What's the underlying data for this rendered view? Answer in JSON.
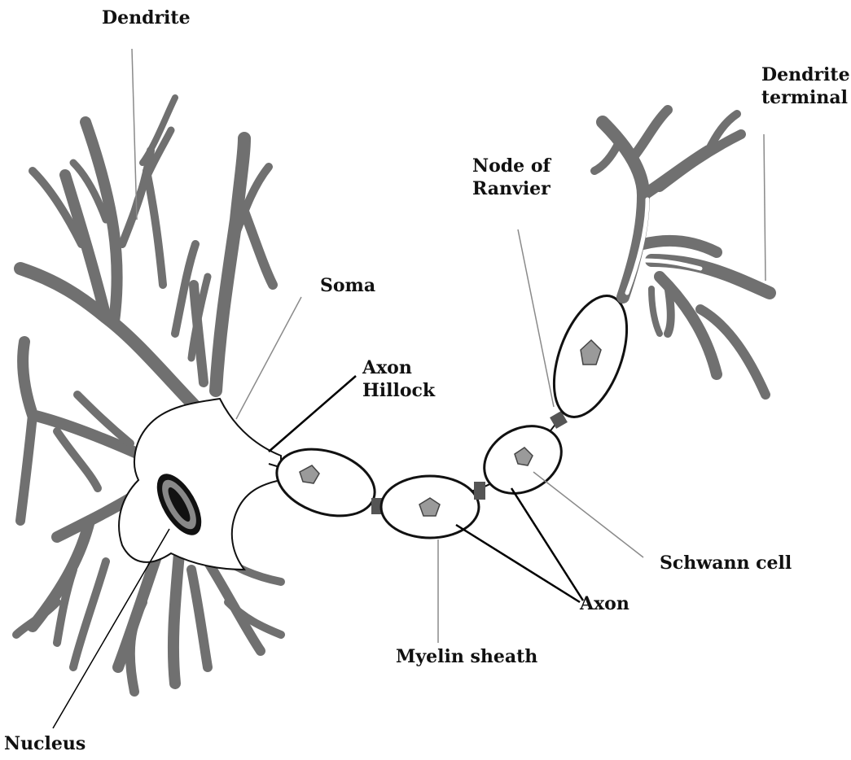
{
  "diagram": {
    "labels": {
      "dendrite": "Dendrite",
      "dendrite_terminal": [
        "Dendrite",
        "terminal"
      ],
      "node_of_ranvier": [
        "Node of",
        "Ranvier"
      ],
      "soma": "Soma",
      "axon_hillock": [
        "Axon",
        "Hillock"
      ],
      "schwann_cell": "Schwann cell",
      "axon": "Axon",
      "myelin_sheath": "Myelin sheath",
      "nucleus": "Nucleus"
    },
    "colors": {
      "dendrite_fill": "#707070",
      "outline": "#111111",
      "cell_fill": "#ffffff",
      "node_fill": "#555555",
      "leader_line": "#8a8a8a",
      "pointer_line": "#000000",
      "nucleus_dark": "#111111",
      "nucleus_mid": "#888888"
    }
  }
}
